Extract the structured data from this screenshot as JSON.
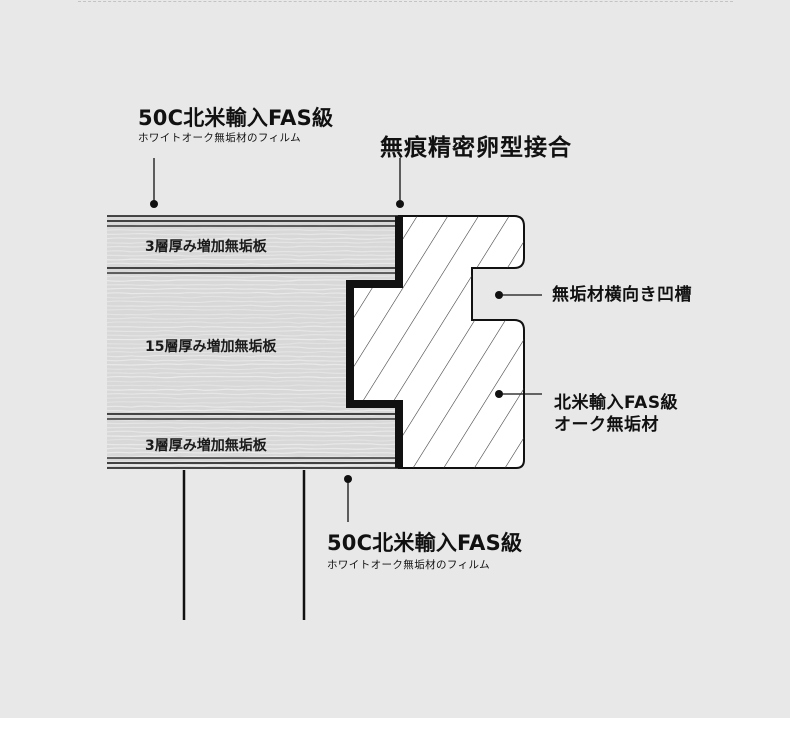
{
  "labels": {
    "top_film_title": "50C北米輸入FAS級",
    "top_film_sub": "ホワイトオーク無垢材のフィルム",
    "joint_title": "無痕精密卵型接合",
    "groove_label": "無垢材横向き凹槽",
    "solid_wood_line1": "北米輸入FAS級",
    "solid_wood_line2": "オーク無垢材",
    "bottom_film_title": "50C北米輸入FAS級",
    "bottom_film_sub": "ホワイトオーク無垢材のフィルム"
  },
  "layers": [
    {
      "label": "3層厚み増加無垢板"
    },
    {
      "label": "15層厚み増加無垢板"
    },
    {
      "label": "3層厚み増加無垢板"
    }
  ],
  "colors": {
    "panel_background": "#e8e8e8",
    "wood_grain_fill": "#d8d8d8",
    "outline": "#111111"
  }
}
